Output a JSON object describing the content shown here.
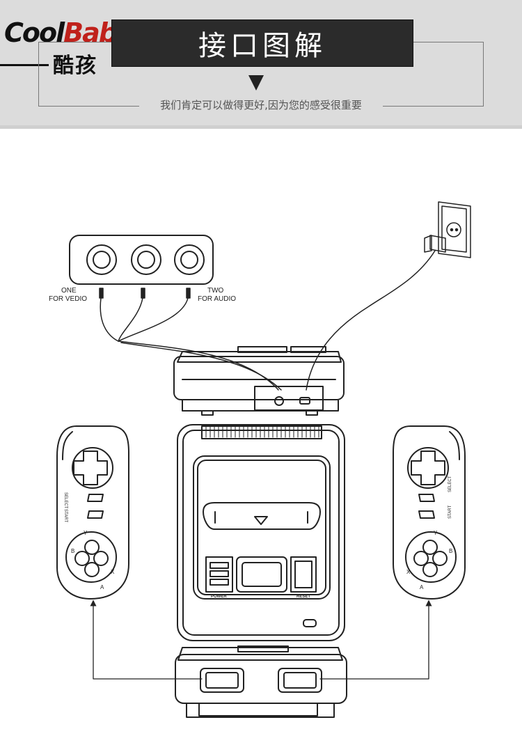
{
  "brand": {
    "name_part1": "Cool",
    "name_part2": "Baby",
    "name_cn": "酷孩"
  },
  "header": {
    "title": "接口图解",
    "tagline": "我们肯定可以做得更好,因为您的感受很重要"
  },
  "labels": {
    "av_one": "ONE",
    "av_one_sub": "FOR VEDIO",
    "av_two": "TWO",
    "av_two_sub": "FOR AUDIO",
    "select": "SELECT",
    "start": "START",
    "btn_y": "Y",
    "btn_x": "X",
    "btn_b": "B",
    "btn_a": "A",
    "power": "POWER",
    "reset": "RESET"
  },
  "colors": {
    "header_bg": "#dcdcdc",
    "title_box": "#2b2b2b",
    "brand_red": "#c0211b",
    "stroke": "#222222"
  }
}
